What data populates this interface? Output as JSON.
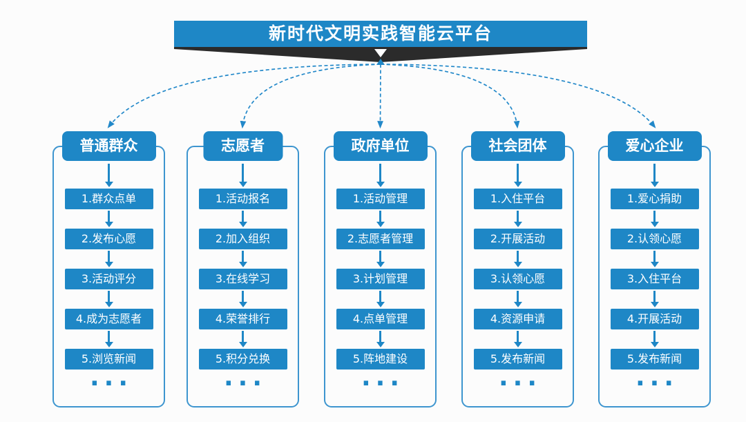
{
  "banner": {
    "title": "新时代文明实践智能云平台"
  },
  "diagram": {
    "ellipsis": "..."
  },
  "columns": [
    {
      "title": "普通群众",
      "items": [
        "1.群众点单",
        "2.发布心愿",
        "3.活动评分",
        "4.成为志愿者",
        "5.浏览新闻"
      ]
    },
    {
      "title": "志愿者",
      "items": [
        "1.活动报名",
        "2.加入组织",
        "3.在线学习",
        "4.荣誉排行",
        "5.积分兑换"
      ]
    },
    {
      "title": "政府单位",
      "items": [
        "1.活动管理",
        "2.志愿者管理",
        "3.计划管理",
        "4.点单管理",
        "5.阵地建设"
      ]
    },
    {
      "title": "社会团体",
      "items": [
        "1.入住平台",
        "2.开展活动",
        "3.认领心愿",
        "4.资源申请",
        "5.发布新闻"
      ]
    },
    {
      "title": "爱心企业",
      "items": [
        "1.爱心捐助",
        "2.认领心愿",
        "3.入住平台",
        "4.开展活动",
        "5.发布新闻"
      ]
    }
  ],
  "colors": {
    "primary": "#1e87c6",
    "funnel": "#2b2b2b",
    "connector": "#2288c9",
    "frame_border": "#3d95cf",
    "background": "#fcfcfc",
    "text_on_blue": "#ffffff"
  }
}
